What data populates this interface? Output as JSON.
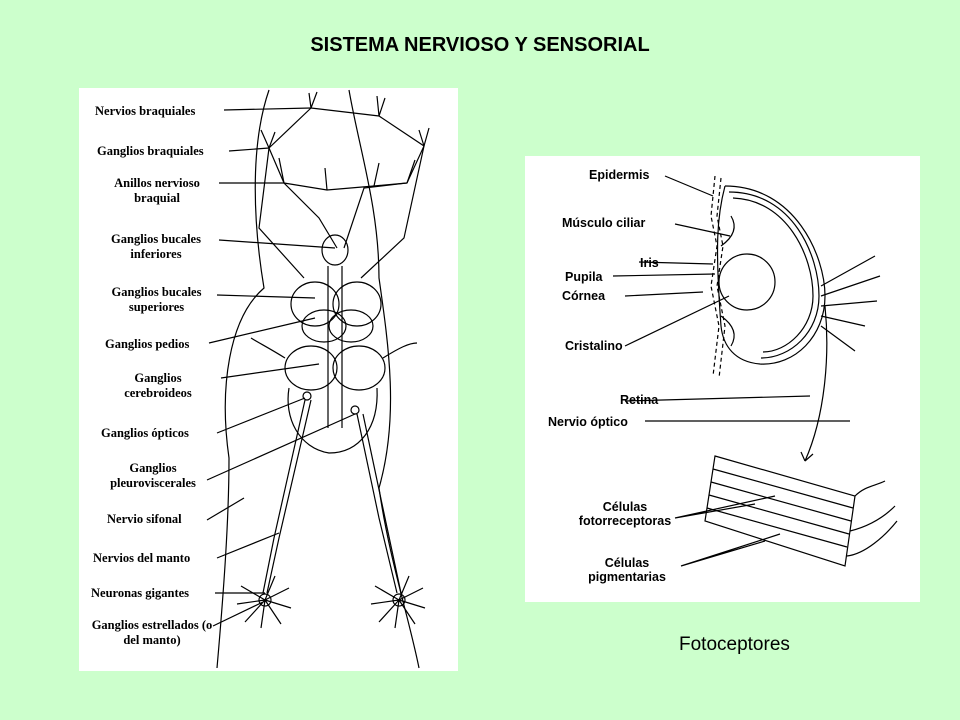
{
  "title": "SISTEMA NERVIOSO Y SENSORIAL",
  "left_diagram": {
    "labels": [
      "Nervios braquiales",
      "Ganglios braquiales",
      "Anillos nervioso braquial",
      "Ganglios bucales inferiores",
      "Ganglios bucales superiores",
      "Ganglios pedios",
      "Ganglios cerebroideos",
      "Ganglios ópticos",
      "Ganglios pleuroviscerales",
      "Nervio sifonal",
      "Nervios del manto",
      "Neuronas gigantes",
      "Ganglios estrellados (o del manto)"
    ]
  },
  "right_diagram": {
    "labels": [
      "Epidermis",
      "Músculo ciliar",
      "Iris",
      "Pupila",
      "Córnea",
      "Cristalino",
      "Retina",
      "Nervio óptico",
      "Células fotorreceptoras",
      "Células pigmentarias"
    ]
  },
  "caption": "Fotoceptores"
}
